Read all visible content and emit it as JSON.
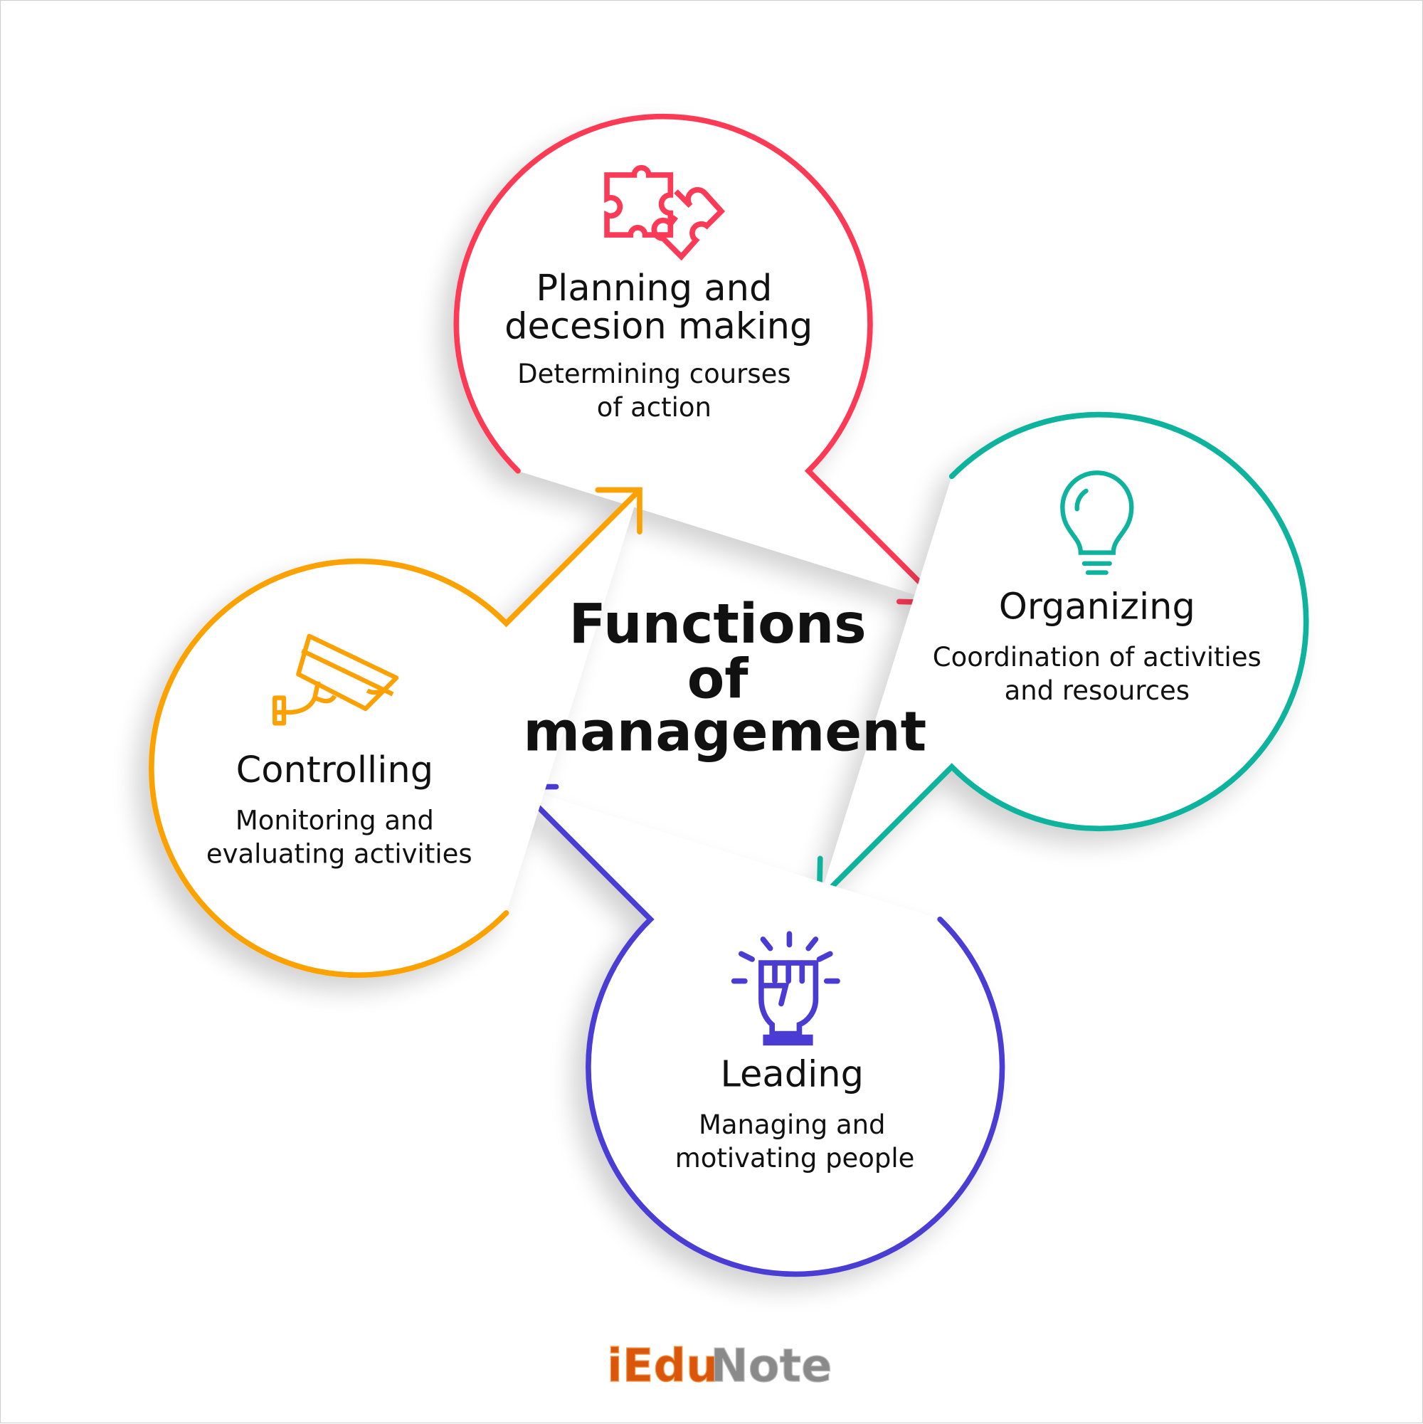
{
  "title": {
    "line1": "Functions",
    "line2": "of",
    "line3": "management"
  },
  "functions": [
    {
      "name": "planning",
      "title_line1": "Planning and",
      "title_line2": "decesion making",
      "desc_line1": "Determining courses",
      "desc_line2": "of action",
      "color": "#fb3a57",
      "icon": "puzzle-icon"
    },
    {
      "name": "organizing",
      "title_line1": "Organizing",
      "desc_line1": "Coordination of activities",
      "desc_line2": "and resources",
      "color": "#0db39d",
      "icon": "lightbulb-icon"
    },
    {
      "name": "leading",
      "title_line1": "Leading",
      "desc_line1": "Managing and",
      "desc_line2": "motivating people",
      "color": "#4a3cd3",
      "icon": "raised-fist-icon"
    },
    {
      "name": "controlling",
      "title_line1": "Controlling",
      "desc_line1": "Monitoring and",
      "desc_line2": "evaluating activities",
      "color": "#fba103",
      "icon": "security-camera-icon"
    }
  ],
  "logo": {
    "text_a": "iEdu",
    "text_b": "Note",
    "color_a": "#d9560b",
    "color_b": "#8a8a8a"
  }
}
